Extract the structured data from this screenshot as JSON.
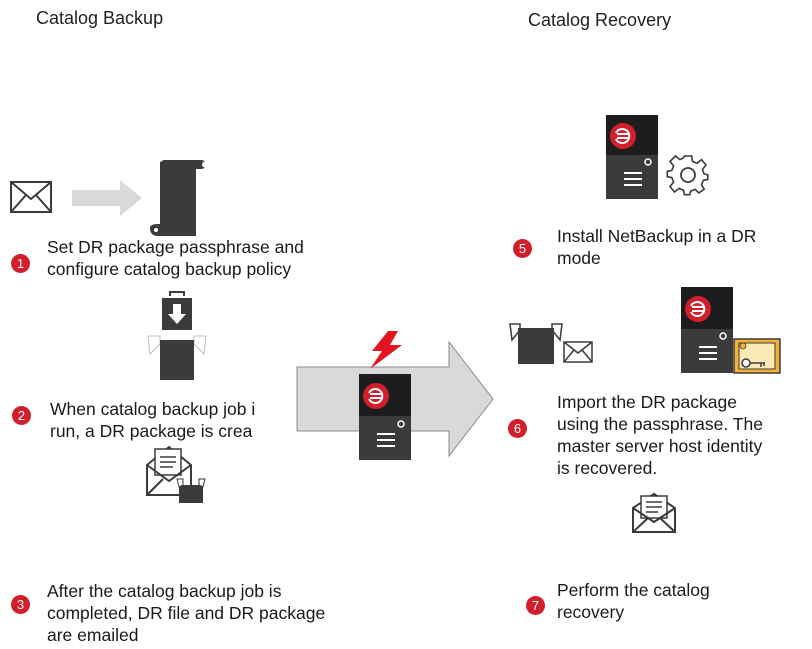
{
  "headings": {
    "backup": "Catalog Backup",
    "recovery": "Catalog Recovery"
  },
  "colors": {
    "badge": "#d11f2c",
    "server_body": "#3b3b3e",
    "server_top": "#1d1d1f",
    "arrow": "#d9d9d9",
    "lightning": "#e3141f",
    "certificate": "#f2b233"
  },
  "steps": [
    {
      "number": "1",
      "lines": [
        "Set DR package passphrase and",
        "configure catalog backup policy"
      ]
    },
    {
      "number": "2",
      "lines": [
        "When catalog backup job i",
        "run, a DR package is crea"
      ]
    },
    {
      "number": "3",
      "lines": [
        "After the catalog backup job is",
        "completed, DR file and DR package",
        "are emailed"
      ]
    },
    {
      "number": "5",
      "lines": [
        "Install NetBackup in a DR",
        "mode"
      ]
    },
    {
      "number": "6",
      "lines": [
        "Import the DR package",
        "using the passphrase. The",
        "master server host identity",
        "is recovered."
      ]
    },
    {
      "number": "7",
      "lines": [
        "Perform the catalog",
        "recovery"
      ]
    }
  ],
  "icons": [
    "envelope-icon",
    "flow-arrow-icon",
    "scroll-document-icon",
    "download-box-icon",
    "server-icon",
    "lightning-icon",
    "big-arrow-icon",
    "email-with-box-icon",
    "gear-icon",
    "box-envelope-icon",
    "certificate-icon",
    "open-email-icon"
  ]
}
